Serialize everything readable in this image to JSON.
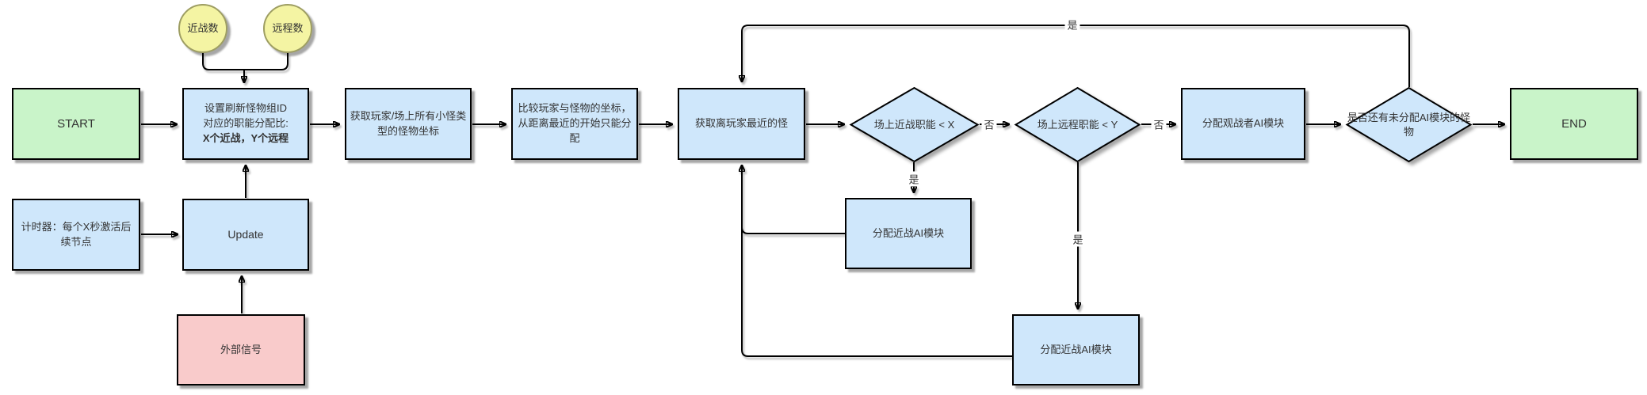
{
  "colors": {
    "process_fill": "#cfe7fb",
    "terminal_fill": "#c9f4c9",
    "signal_fill": "#f9cbcb",
    "data_fill": "#f4f4a3",
    "stroke": "#000000",
    "text": "#333333"
  },
  "nodes": {
    "start": {
      "label": "START"
    },
    "end": {
      "label": "END"
    },
    "melee_count": {
      "label": "近战数"
    },
    "ranged_count": {
      "label": "远程数"
    },
    "set_ratio": {
      "line1": "设置刷新怪物组ID",
      "line2": "对应的职能分配比:",
      "line3": "X个近战，Y个远程"
    },
    "get_coords": {
      "label": "获取玩家/场上所有小怪类型的怪物坐标"
    },
    "compare_coords": {
      "label": "比较玩家与怪物的坐标，从距离最近的开始只能分配"
    },
    "get_nearest": {
      "label": "获取离玩家最近的怪"
    },
    "decision_melee": {
      "label": "场上近战职能 < X"
    },
    "decision_ranged": {
      "label": "场上远程职能 < Y"
    },
    "decision_remaining": {
      "label": "是否还有未分配AI模块的怪物"
    },
    "assign_spectator": {
      "label": "分配观战者AI模块"
    },
    "assign_melee_1": {
      "label": "分配近战AI模块"
    },
    "assign_melee_2": {
      "label": "分配近战AI模块"
    },
    "timer": {
      "label": "计时器：每个X秒激活后续节点"
    },
    "update": {
      "label": "Update"
    },
    "external_signal": {
      "label": "外部信号"
    }
  },
  "edge_labels": {
    "loop_yes": "是",
    "melee_no": "否",
    "melee_yes": "是",
    "ranged_no": "否",
    "ranged_yes": "是"
  }
}
